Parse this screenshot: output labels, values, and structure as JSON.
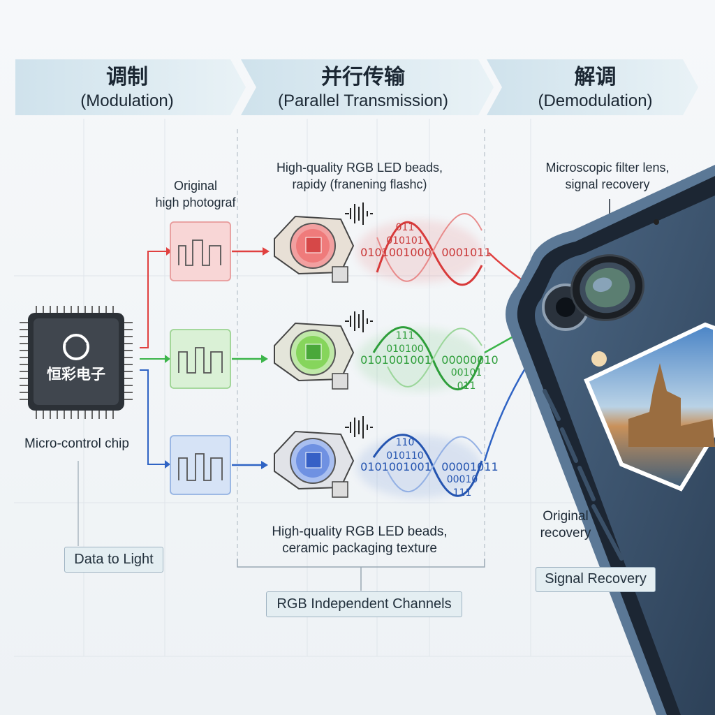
{
  "stages": [
    {
      "title": "调制",
      "subtitle": "(Modulation)"
    },
    {
      "title": "并行传输",
      "subtitle": "(Parallel Transmission)"
    },
    {
      "title": "解调",
      "subtitle": "(Demodulation)"
    }
  ],
  "chip": {
    "brand": "恒彩电子",
    "label": "Micro-control chip",
    "tag": "Data to Light"
  },
  "signal_label": "Original\nhigh photograf",
  "led_top_label": "High-quality RGB LED beads,\nrapidy (franening flashc)",
  "led_bottom_label": "High-quality RGB LED beads,\nceramic packaging texture",
  "channels_tag": "RGB Independent Channels",
  "lens_label": "Microscopic filter lens,\nsignal recovery",
  "recovery_label": "Original\nrecovery",
  "recovery_tag": "Signal Recovery",
  "colors": {
    "red": "#e0403f",
    "green": "#3cb54a",
    "blue": "#2f63c4",
    "banner": "#d6e6ee"
  },
  "channels": [
    {
      "color": "red",
      "bits_top": "011\n010101",
      "bits_main_left": "0101001000",
      "bits_main_right": "0001011",
      "bits_bottom": ""
    },
    {
      "color": "green",
      "bits_top": "111\n010100",
      "bits_main_left": "0101001001",
      "bits_main_right": "00000010",
      "bits_bottom": "00101\n011"
    },
    {
      "color": "blue",
      "bits_top": "110\n010110",
      "bits_main_left": "0101001001",
      "bits_main_right": "00001011",
      "bits_bottom": "00010\n111"
    }
  ]
}
